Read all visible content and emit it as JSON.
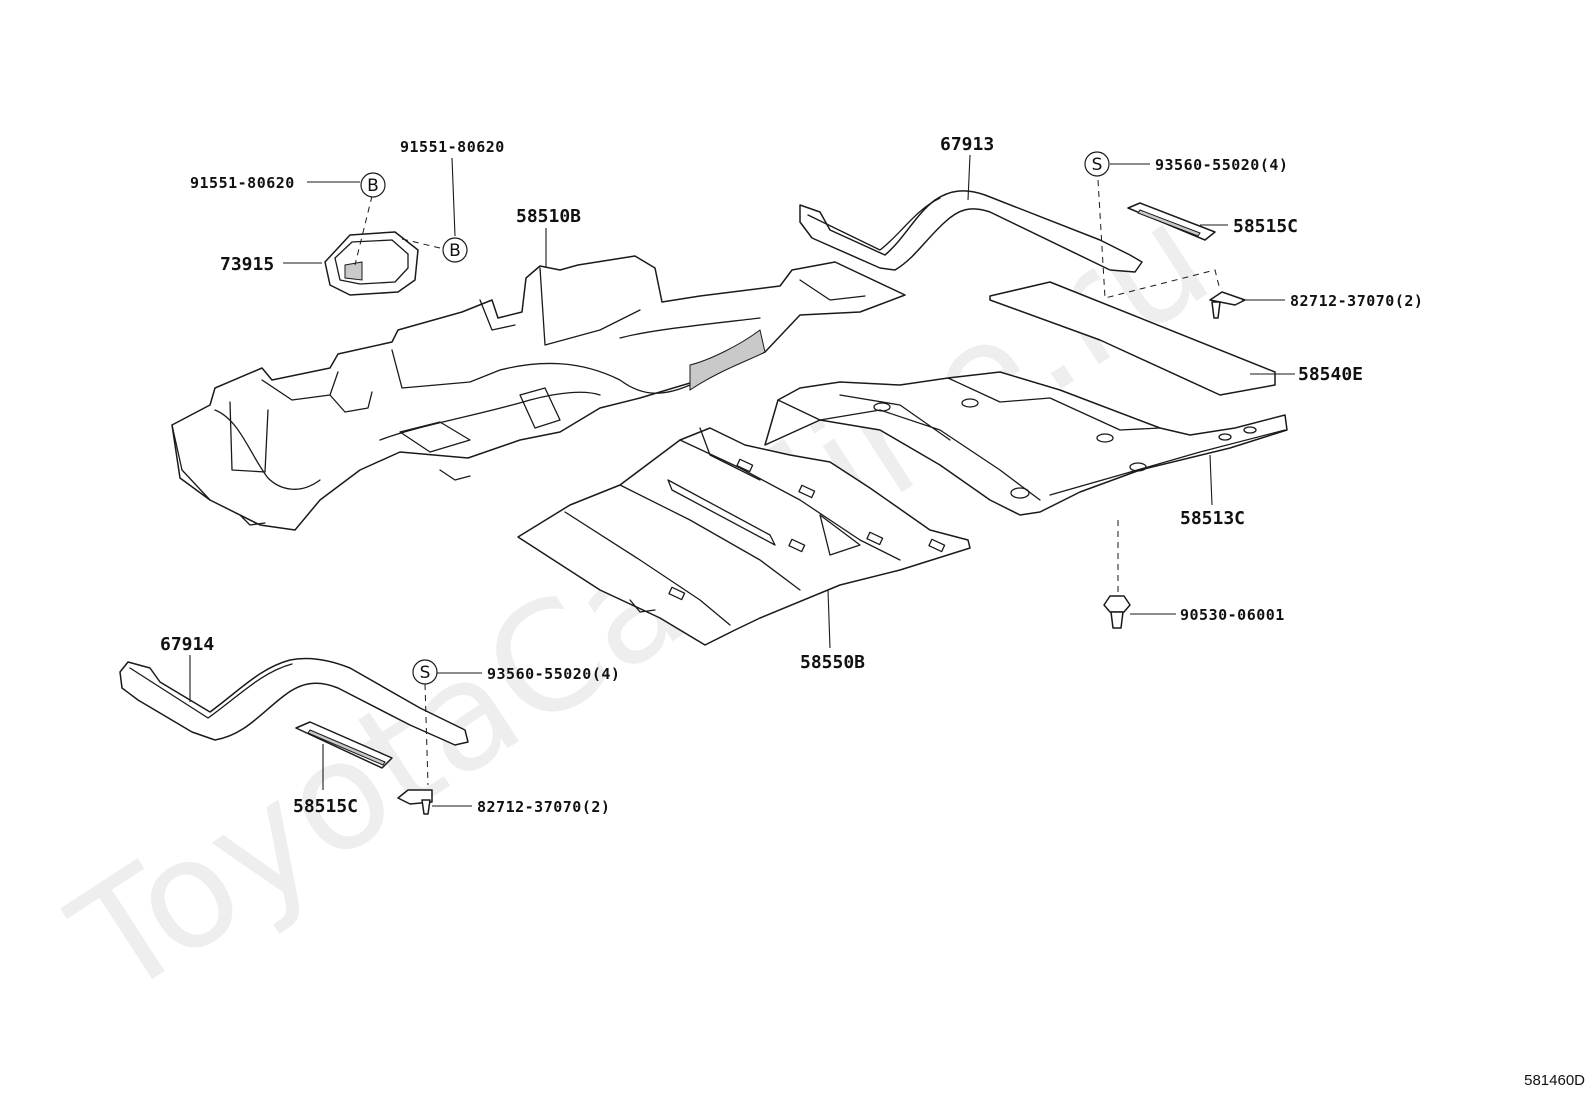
{
  "watermark": "ToyotaCarMine.ru",
  "diagram_code": "581460D",
  "callouts": {
    "p_91551_a": "91551-80620",
    "p_91551_b": "91551-80620",
    "p_73915": "73915",
    "p_58510b": "58510B",
    "p_67913": "67913",
    "p_93560_top": "93560-55020(4)",
    "p_58515c_top": "58515C",
    "p_82712_top": "82712-37070(2)",
    "p_58540e": "58540E",
    "p_58513c": "58513C",
    "p_90530": "90530-06001",
    "p_58550b": "58550B",
    "p_67914": "67914",
    "p_93560_bot": "93560-55020(4)",
    "p_58515c_bot": "58515C",
    "p_82712_bot": "82712-37070(2)"
  },
  "markers": {
    "b1": "B",
    "b2": "B",
    "s1": "S",
    "s2": "S"
  }
}
